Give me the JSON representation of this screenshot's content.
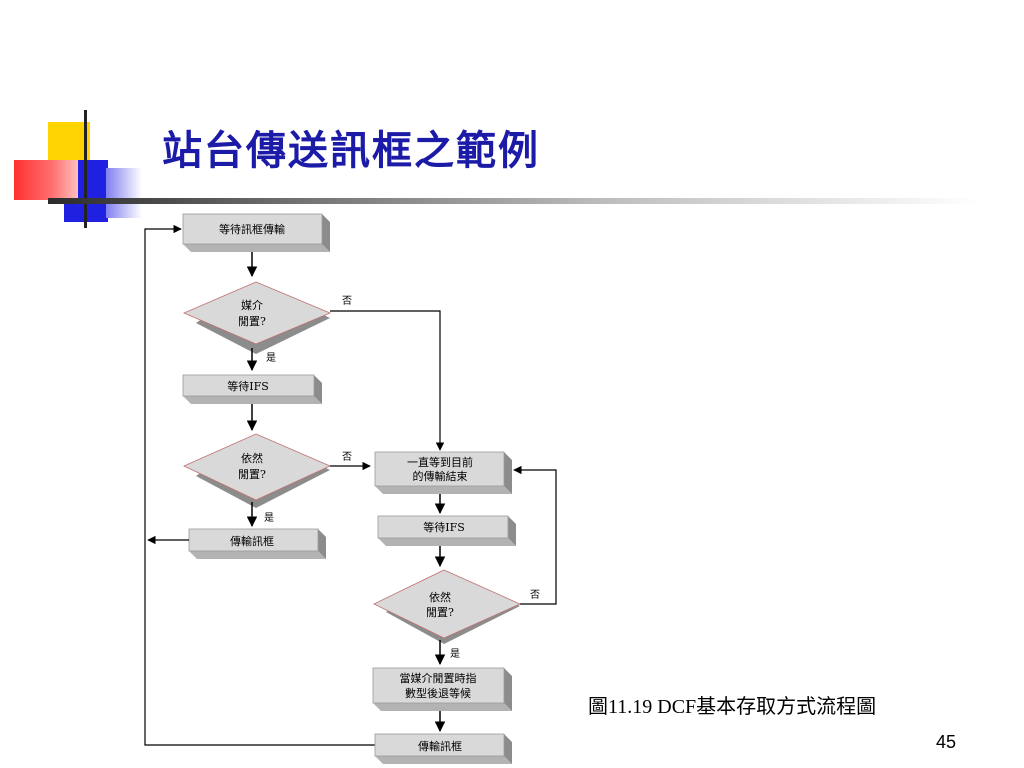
{
  "slide": {
    "title": "站台傳送訊框之範例",
    "caption": "圖11.19 DCF基本存取方式流程圖",
    "page_number": "45"
  },
  "flowchart": {
    "wait_frame": "等待訊框傳輸",
    "medium_idle_line1": "媒介",
    "medium_idle_line2": "閒置?",
    "wait_ifs_1": "等待IFS",
    "still_idle_1_line1": "依然",
    "still_idle_1_line2": "閒置?",
    "transmit_1": "傳輸訊框",
    "wait_current_line1": "一直等到目前",
    "wait_current_line2": "的傳輸結束",
    "wait_ifs_2": "等待IFS",
    "still_idle_2_line1": "依然",
    "still_idle_2_line2": "閒置?",
    "backoff_line1": "當媒介閒置時指",
    "backoff_line2": "數型後退等候",
    "transmit_2": "傳輸訊框",
    "label_yes": "是",
    "label_no": "否"
  },
  "colors": {
    "title": "#1b1ba8",
    "box_face": "#d9d9d9",
    "box_side": "#8c8c8c",
    "box_bottom": "#b3b3b3"
  }
}
